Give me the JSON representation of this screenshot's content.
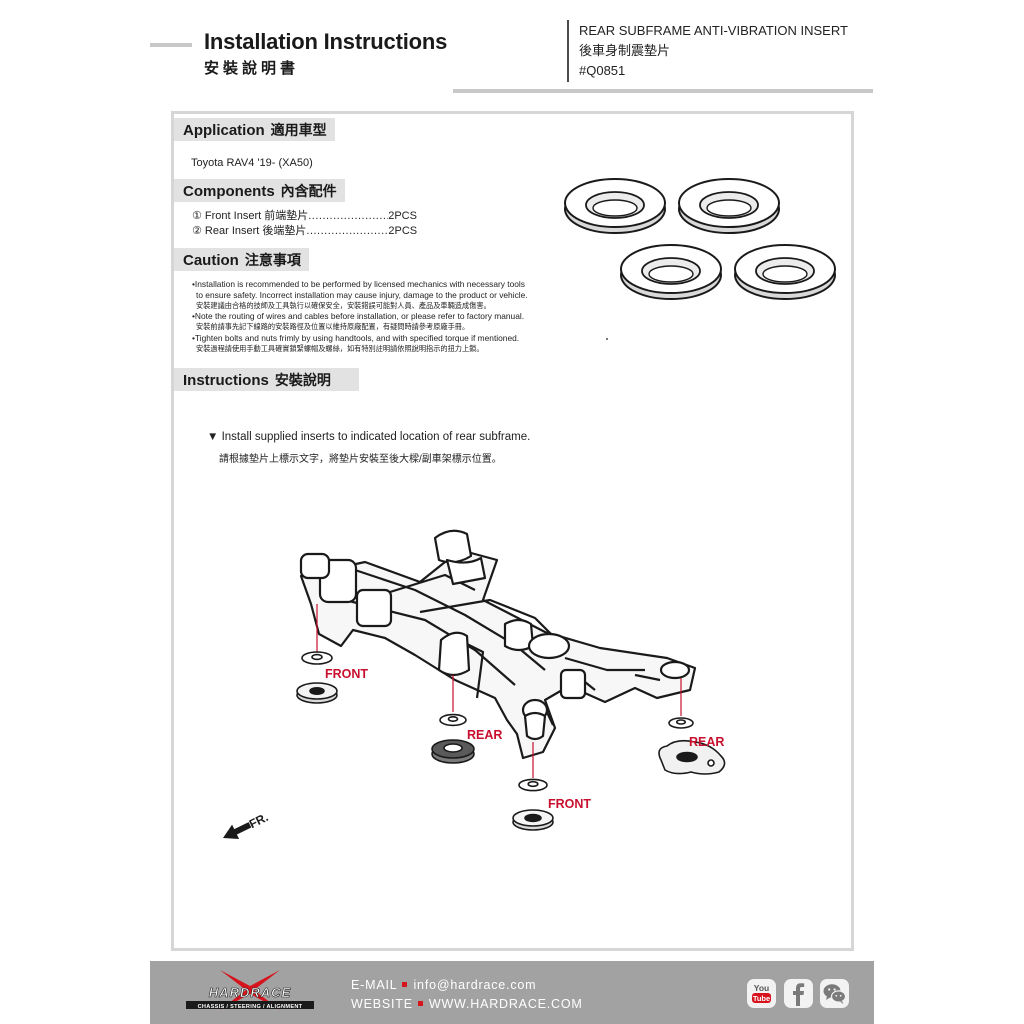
{
  "header": {
    "title": "Installation Instructions",
    "title_cn": "安裝說明書",
    "product_name": "REAR SUBFRAME ANTI-VIBRATION INSERT",
    "product_name_cn": "後車身制震墊片",
    "part_number": "#Q0851"
  },
  "application": {
    "heading": "Application",
    "heading_cn": "適用車型",
    "vehicle": "Toyota RAV4 '19- (XA50)"
  },
  "components": {
    "heading": "Components",
    "heading_cn": "內含配件",
    "items": [
      {
        "label": "① Front Insert 前端墊片",
        "dots": "........................................",
        "qty": "2PCS"
      },
      {
        "label": "② Rear Insert 後端墊片",
        "dots": "........................................",
        "qty": "2PCS"
      }
    ]
  },
  "caution": {
    "heading": "Caution",
    "heading_cn": "注意事項",
    "lines": [
      "•Installation is recommended to be performed by licensed mechanics with necessary tools",
      "to ensure safety. Incorrect installation may cause injury, damage to the product or vehicle.",
      "安裝建議由合格的技師及工具執行以確保安全，安裝錯誤可能對人員、產品及車輛造成傷害。",
      "•Note the routing of wires and cables before installation, or please refer to factory manual.",
      "安裝前請事先記下線路的安裝路徑及位置以維持原廠配置，有疑問時請參考原廠手冊。",
      "•Tighten bolts and nuts frimly by using handtools, and with specified torque if mentioned.",
      "安裝過程請使用手動工具確實鎖緊螺帽及螺絲，如有特別註明請依照說明指示的扭力上鎖。"
    ]
  },
  "instructions": {
    "heading": "Instructions",
    "heading_cn": "安裝說明",
    "step": "▼ Install supplied inserts to indicated location of rear subframe.",
    "step_cn": "請根據墊片上標示文字，將墊片安裝至後大樑/副車架標示位置。"
  },
  "diagram": {
    "label_front": "FRONT",
    "label_rear": "REAR",
    "direction": "FR.",
    "accent_color": "#c8102e"
  },
  "footer": {
    "brand": "HARDRACE",
    "tagline": "CHASSIS / STEERING / ALIGNMENT",
    "email_label": "E-MAIL",
    "email": "info@hardrace.com",
    "website_label": "WEBSITE",
    "website": "WWW.HARDRACE.COM",
    "youtube_top": "You",
    "youtube_bottom": "Tube",
    "social_icons": [
      "youtube-icon",
      "facebook-icon",
      "wechat-icon"
    ]
  }
}
